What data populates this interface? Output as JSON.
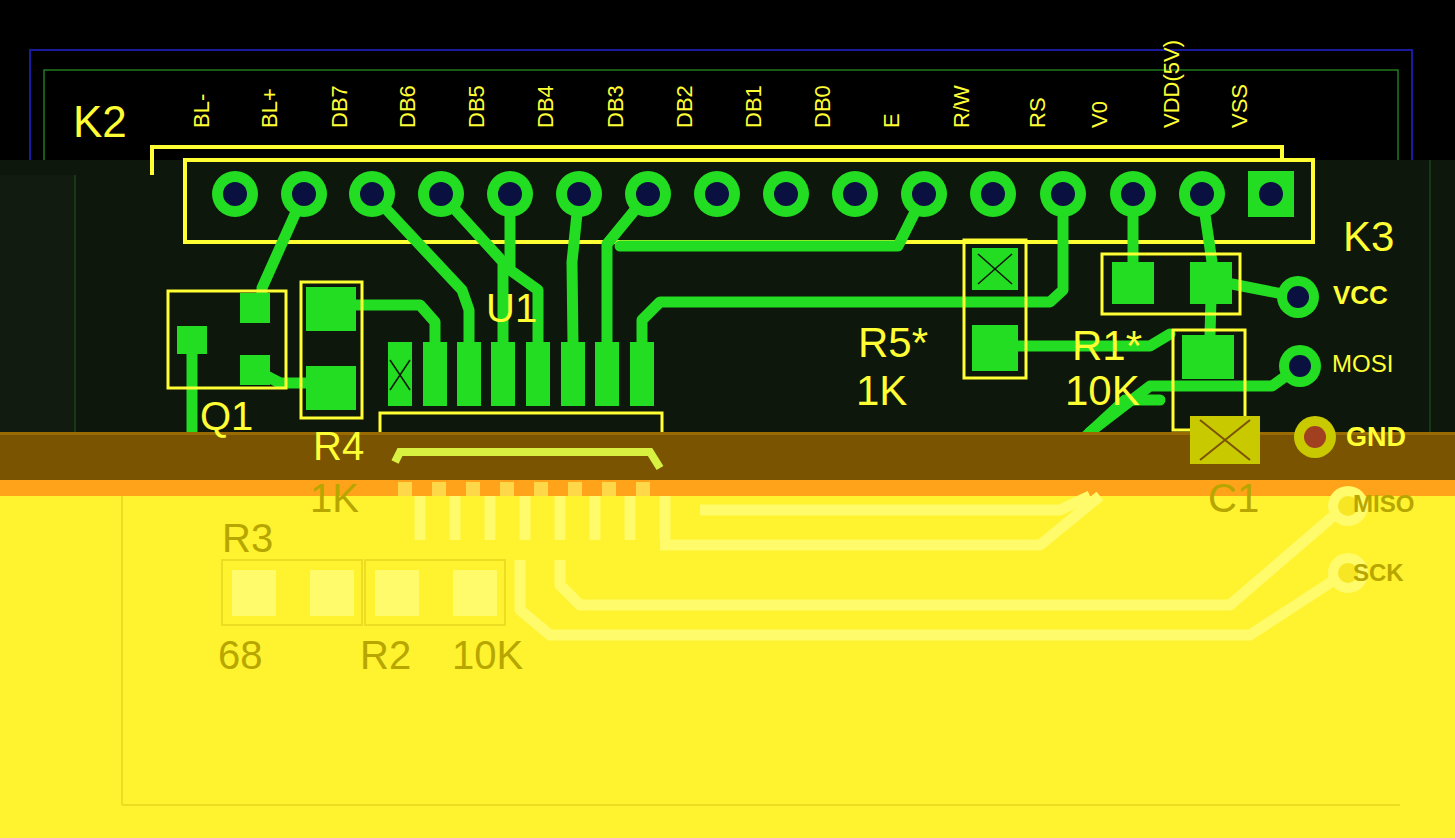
{
  "diagram": {
    "labels": [
      "K2",
      "BL-",
      "BL+",
      "DB7",
      "DB6",
      "DB5",
      "DB4",
      "DB3",
      "DB2",
      "DB1",
      "DB0",
      "E",
      "R/W",
      "RS",
      "V0",
      "VDD(5V)",
      "VSS",
      "K3",
      "VCC",
      "U1",
      "R5*",
      "R1*",
      "MOSI",
      "1K",
      "10K",
      "Q1",
      "R4",
      "GND",
      "1K",
      "C1",
      "MISO",
      "R3",
      "SCK",
      "68",
      "R2",
      "10K"
    ]
  }
}
